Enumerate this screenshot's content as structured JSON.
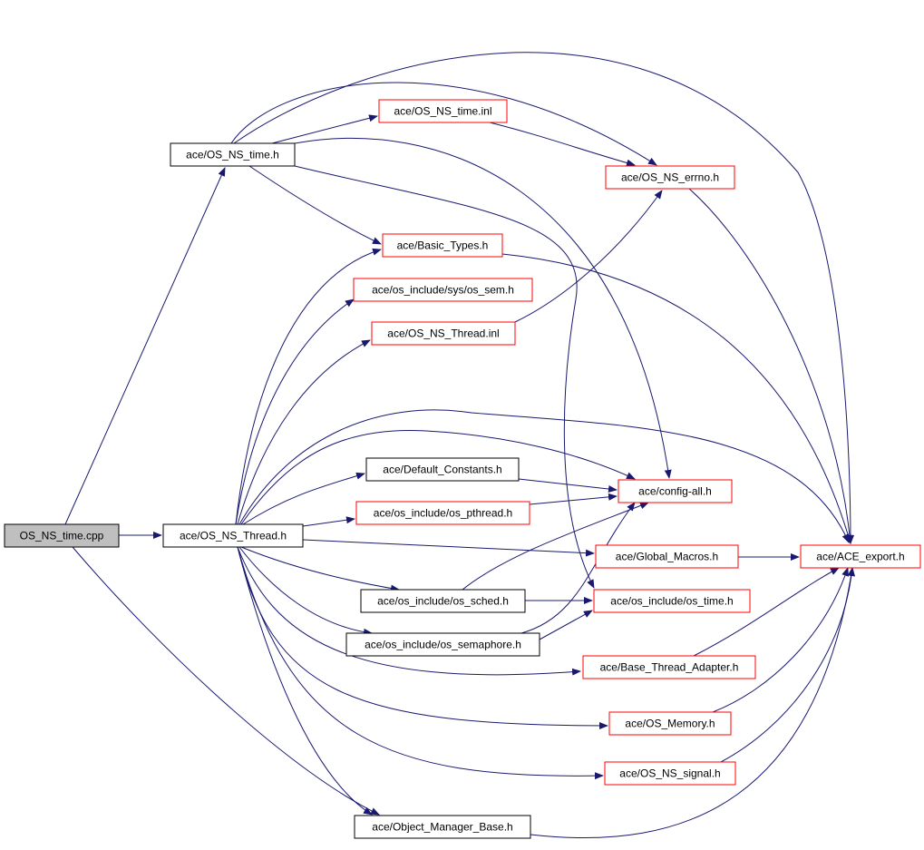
{
  "diagram": {
    "colors": {
      "edge": "#191970",
      "root_fill": "#bfbfbf",
      "documented_border": "#000000",
      "undocumented_border": "#ff0000"
    },
    "nodes": [
      {
        "id": "os_ns_time_cpp",
        "label": "OS_NS_time.cpp",
        "style": "root"
      },
      {
        "id": "os_ns_time_h",
        "label": "ace/OS_NS_time.h",
        "style": "documented"
      },
      {
        "id": "os_ns_time_inl",
        "label": "ace/OS_NS_time.inl",
        "style": "undocumented"
      },
      {
        "id": "os_ns_errno_h",
        "label": "ace/OS_NS_errno.h",
        "style": "undocumented"
      },
      {
        "id": "basic_types_h",
        "label": "ace/Basic_Types.h",
        "style": "undocumented"
      },
      {
        "id": "os_sem_h",
        "label": "ace/os_include/sys/os_sem.h",
        "style": "undocumented"
      },
      {
        "id": "os_ns_thread_inl",
        "label": "ace/OS_NS_Thread.inl",
        "style": "undocumented"
      },
      {
        "id": "default_constants_h",
        "label": "ace/Default_Constants.h",
        "style": "documented"
      },
      {
        "id": "config_all_h",
        "label": "ace/config-all.h",
        "style": "undocumented"
      },
      {
        "id": "os_pthread_h",
        "label": "ace/os_include/os_pthread.h",
        "style": "undocumented"
      },
      {
        "id": "os_ns_thread_h",
        "label": "ace/OS_NS_Thread.h",
        "style": "documented"
      },
      {
        "id": "global_macros_h",
        "label": "ace/Global_Macros.h",
        "style": "undocumented"
      },
      {
        "id": "ace_export_h",
        "label": "ace/ACE_export.h",
        "style": "undocumented"
      },
      {
        "id": "os_sched_h",
        "label": "ace/os_include/os_sched.h",
        "style": "documented"
      },
      {
        "id": "os_time_h",
        "label": "ace/os_include/os_time.h",
        "style": "undocumented"
      },
      {
        "id": "os_semaphore_h",
        "label": "ace/os_include/os_semaphore.h",
        "style": "documented"
      },
      {
        "id": "base_thread_adapter_h",
        "label": "ace/Base_Thread_Adapter.h",
        "style": "undocumented"
      },
      {
        "id": "os_memory_h",
        "label": "ace/OS_Memory.h",
        "style": "undocumented"
      },
      {
        "id": "os_ns_signal_h",
        "label": "ace/OS_NS_signal.h",
        "style": "undocumented"
      },
      {
        "id": "object_manager_base_h",
        "label": "ace/Object_Manager_Base.h",
        "style": "documented"
      }
    ],
    "edges": [
      {
        "from": "os_ns_time_cpp",
        "to": "os_ns_time_h"
      },
      {
        "from": "os_ns_time_cpp",
        "to": "os_ns_thread_h"
      },
      {
        "from": "os_ns_time_cpp",
        "to": "object_manager_base_h"
      },
      {
        "from": "os_ns_time_h",
        "to": "os_ns_time_inl"
      },
      {
        "from": "os_ns_time_h",
        "to": "os_ns_errno_h"
      },
      {
        "from": "os_ns_time_h",
        "to": "basic_types_h"
      },
      {
        "from": "os_ns_time_h",
        "to": "config_all_h"
      },
      {
        "from": "os_ns_time_h",
        "to": "ace_export_h"
      },
      {
        "from": "os_ns_time_h",
        "to": "os_time_h"
      },
      {
        "from": "os_ns_time_inl",
        "to": "os_ns_errno_h"
      },
      {
        "from": "os_ns_errno_h",
        "to": "ace_export_h"
      },
      {
        "from": "basic_types_h",
        "to": "ace_export_h"
      },
      {
        "from": "os_ns_thread_inl",
        "to": "os_ns_errno_h"
      },
      {
        "from": "os_ns_thread_h",
        "to": "basic_types_h"
      },
      {
        "from": "os_ns_thread_h",
        "to": "os_sem_h"
      },
      {
        "from": "os_ns_thread_h",
        "to": "os_ns_thread_inl"
      },
      {
        "from": "os_ns_thread_h",
        "to": "ace_export_h"
      },
      {
        "from": "os_ns_thread_h",
        "to": "config_all_h"
      },
      {
        "from": "os_ns_thread_h",
        "to": "default_constants_h"
      },
      {
        "from": "os_ns_thread_h",
        "to": "os_pthread_h"
      },
      {
        "from": "os_ns_thread_h",
        "to": "global_macros_h"
      },
      {
        "from": "os_ns_thread_h",
        "to": "os_sched_h"
      },
      {
        "from": "os_ns_thread_h",
        "to": "os_semaphore_h"
      },
      {
        "from": "os_ns_thread_h",
        "to": "base_thread_adapter_h"
      },
      {
        "from": "os_ns_thread_h",
        "to": "os_memory_h"
      },
      {
        "from": "os_ns_thread_h",
        "to": "os_ns_signal_h"
      },
      {
        "from": "os_ns_thread_h",
        "to": "object_manager_base_h"
      },
      {
        "from": "default_constants_h",
        "to": "config_all_h"
      },
      {
        "from": "os_pthread_h",
        "to": "config_all_h"
      },
      {
        "from": "global_macros_h",
        "to": "ace_export_h"
      },
      {
        "from": "os_sched_h",
        "to": "config_all_h"
      },
      {
        "from": "os_sched_h",
        "to": "os_time_h"
      },
      {
        "from": "os_semaphore_h",
        "to": "os_time_h"
      },
      {
        "from": "os_semaphore_h",
        "to": "config_all_h"
      },
      {
        "from": "base_thread_adapter_h",
        "to": "ace_export_h"
      },
      {
        "from": "os_memory_h",
        "to": "ace_export_h"
      },
      {
        "from": "os_ns_signal_h",
        "to": "ace_export_h"
      },
      {
        "from": "object_manager_base_h",
        "to": "ace_export_h"
      }
    ]
  }
}
